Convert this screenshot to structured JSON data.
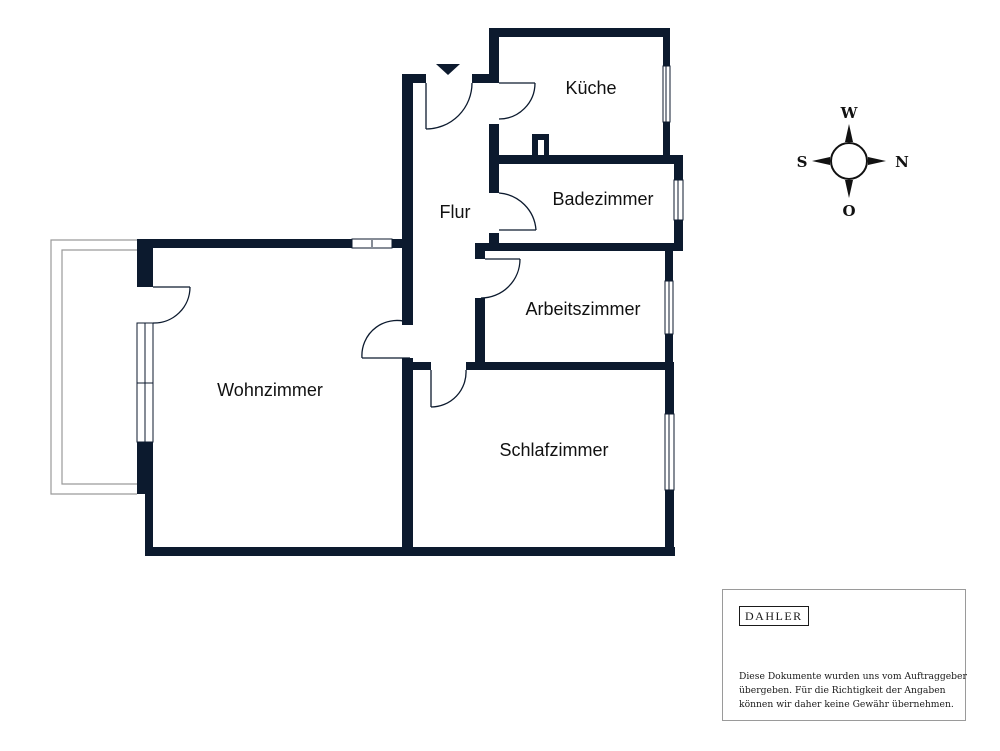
{
  "plan": {
    "rooms": {
      "kueche": "Küche",
      "badezimmer": "Badezimmer",
      "flur": "Flur",
      "arbeitszimmer": "Arbeitszimmer",
      "wohnzimmer": "Wohnzimmer",
      "schlafzimmer": "Schlafzimmer"
    },
    "colors": {
      "wall": "#0c1a2e",
      "window": "#ffffff",
      "balcony": "#9a9a9a"
    }
  },
  "compass": {
    "west": "W",
    "south": "S",
    "north": "N",
    "east": "O"
  },
  "disclaimer": {
    "brand": "DAHLER",
    "lines": [
      "Diese Dokumente wurden uns vom Auftraggeber",
      "übergeben. Für die Richtigkeit der Angaben",
      "können wir daher keine Gewähr übernehmen."
    ]
  }
}
